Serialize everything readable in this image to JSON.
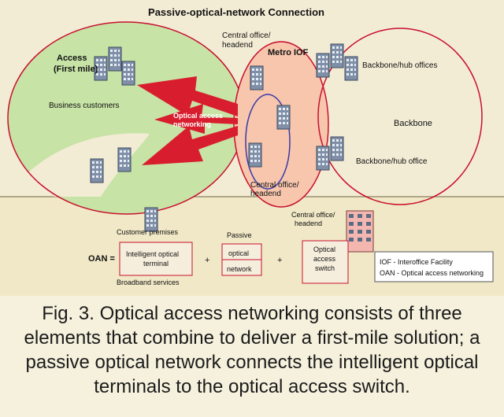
{
  "diagram": {
    "title": "Passive-optical-network Connection",
    "labels": {
      "access": "Access",
      "first_mile": "(First mile)",
      "business_customers": "Business customers",
      "central_office_headend_top": "Central office/ headend",
      "metro_iof": "Metro IOF",
      "backbone_hub_top": "Backbone/hub offices",
      "backbone": "Backbone",
      "backbone_hub_bottom": "Backbone/hub office",
      "optical_access_networking_1": "Optical access",
      "optical_access_networking_2": "networking",
      "central_office_headend_mid": "Central office/ headend",
      "customer_premises": "Customer premises",
      "oan_eq": "OAN =",
      "intelligent_optical_terminal": "Intelligent optical terminal",
      "broadband_services": "Broadband services",
      "passive": "Passive",
      "optical": "optical",
      "network": "network",
      "plus": "+",
      "central_office_headend_bottom": "Central office/ headend",
      "optical_access_switch": "Optical access switch",
      "legend_iof": "IOF - Interoffice Facility",
      "legend_oan": "OAN - Optical access networking"
    }
  },
  "caption": {
    "line1": "Fig. 3. Optical access networking consists of three",
    "line2": "elements that combine to deliver a first-mile solution; a",
    "line3": "passive optical network connects the intelligent optical",
    "line4": "terminals to the optical access switch."
  },
  "colors": {
    "background": "#f3ecd5",
    "access_area": "#c7e3a6",
    "metro_area": "#f7c6ad",
    "ring_red": "#c8102e",
    "ring_blue": "#3a3aa8",
    "arrow_red": "#d81e2e",
    "building": "#7f8fa8"
  }
}
